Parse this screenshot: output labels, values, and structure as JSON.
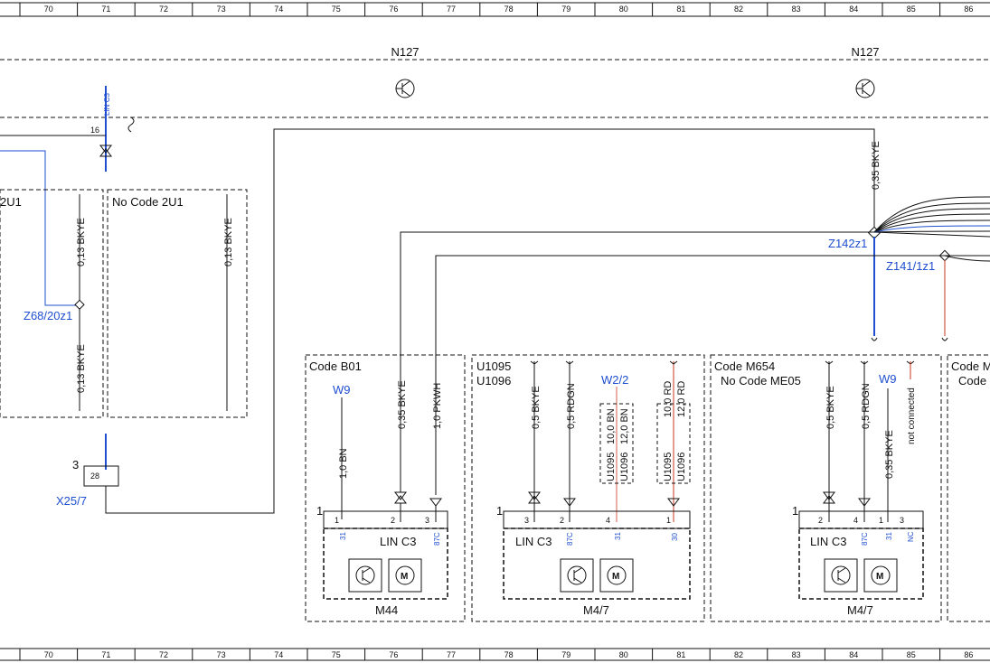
{
  "ruler": {
    "numbers": [
      "70",
      "71",
      "72",
      "73",
      "74",
      "75",
      "76",
      "77",
      "78",
      "79",
      "80",
      "81",
      "82",
      "83",
      "84",
      "85",
      "86"
    ]
  },
  "top": {
    "module_left": "N127",
    "module_right": "N127",
    "lin_tag": "LIN C3",
    "pin16": "16"
  },
  "left": {
    "code_left": "2U1",
    "code_no": "No Code 2U1",
    "wire_a": "0,13 BKYE",
    "wire_b": "0,13 BKYE",
    "wire_c": "0,13 BKYE",
    "splice": "Z68/20z1",
    "connector": "X25/7",
    "pin3": "3",
    "pin28": "28"
  },
  "splices": {
    "z142": "Z142z1",
    "z141": "Z141/1z1",
    "top_wire": "0,35 BKYE"
  },
  "m44": {
    "code": "Code B01",
    "ground": "W9",
    "w1": "1,0 BN",
    "w2": "0,35 BKYE",
    "w3": "1,0 PKWH",
    "one": "1",
    "p1": "1",
    "p2": "2",
    "p3": "3",
    "s1": "31",
    "s3": "87C",
    "lin": "LIN C3",
    "name": "M44"
  },
  "m47a": {
    "code1": "U1095",
    "code2": "U1096",
    "ground": "W2/2",
    "w1": "0,5 BKYE",
    "w2": "0,5 RDGN",
    "bn1": "10,0 BN",
    "bn2": "12,0 BN",
    "rd1": "10,0 RD",
    "rd2": "12,0 RD",
    "u95": "U1095",
    "u96": "U1096",
    "u95b": "U1095",
    "u96b": "U1096",
    "one": "1",
    "p1": "3",
    "p2": "2",
    "p3": "4",
    "p4": "1",
    "s2": "87C",
    "s3": "31",
    "s4": "30",
    "lin": "LIN C3",
    "name": "M4/7"
  },
  "m47b": {
    "code1": "Code M654",
    "code2": "No Code ME05",
    "ground": "W9",
    "w1": "0,5 BKYE",
    "w2": "0,5 RDGN",
    "w3": "0,35 BKYE",
    "nc": "not connected",
    "one": "1",
    "p1": "2",
    "p2": "4",
    "p3": "1",
    "p4": "3",
    "s2": "87C",
    "s3": "31",
    "s4": "NC",
    "lin": "LIN C3",
    "name": "M4/7"
  },
  "right": {
    "code1": "Code M",
    "code2": "Code"
  },
  "colors": {
    "blue": "#1f4fd0",
    "red": "#c8371f",
    "ink": "#111111"
  }
}
